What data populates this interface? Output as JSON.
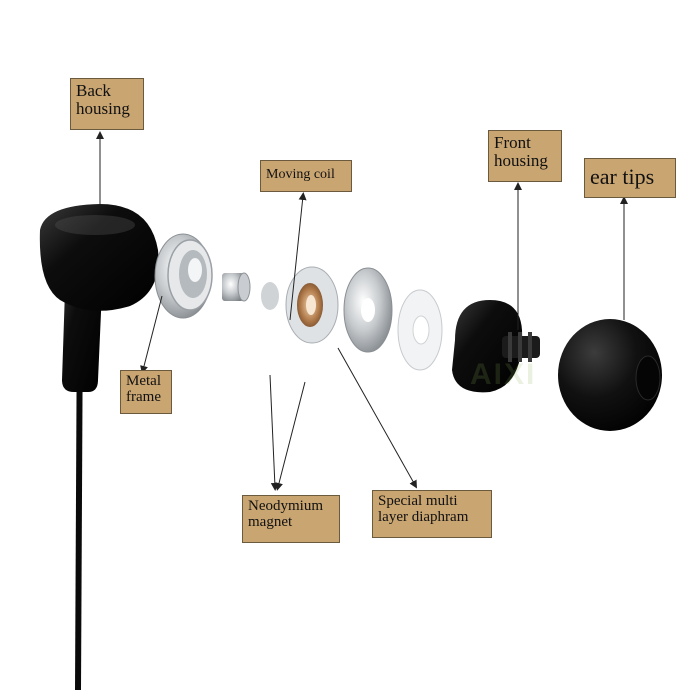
{
  "colors": {
    "label_bg": "#c9a572",
    "label_border": "#6b5a3e",
    "earphone_black": "#0c0c0c",
    "metal": "#c0c4c8",
    "copper_coil": "#b07a4a",
    "diaphragm": "#d9dcdf"
  },
  "labels": {
    "back_housing": "Back housing",
    "moving_coil": "Moving coil",
    "front_housing": "Front housing",
    "ear_tips": "ear tips",
    "metal_frame": "Metal frame",
    "neodymium_magnet": "Neodymium magnet",
    "diaphragm": "Special multi layer diaphram"
  },
  "watermark": "AIXI"
}
